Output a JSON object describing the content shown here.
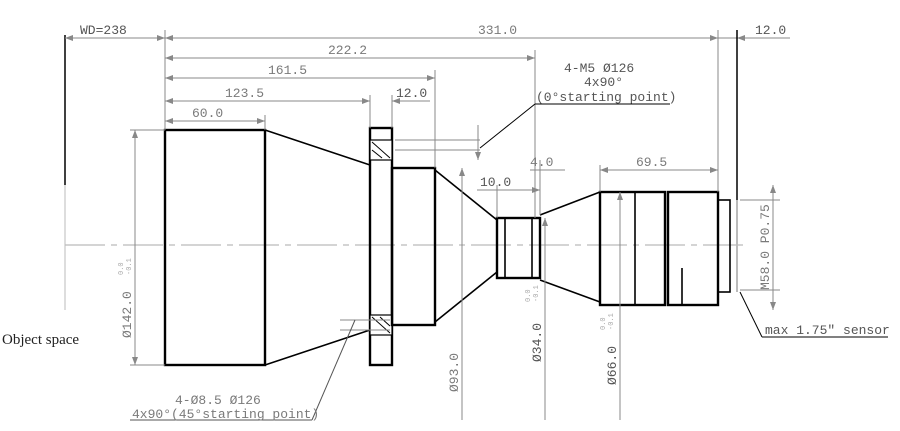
{
  "dimensions": {
    "wd": "WD=238",
    "total_length": "331.0",
    "back_focus": "12.0",
    "length_222": "222.2",
    "length_161": "161.5",
    "length_123": "123.5",
    "flange_thickness": "12.0",
    "front_barrel": "60.0",
    "small_barrel": "10.0",
    "gap_4": "4.0",
    "rear_length": "69.5",
    "dia_142": "Ø142.0",
    "dia_93": "Ø93.0",
    "dia_34": "Ø34.0",
    "dia_66": "Ø66.0",
    "mount_thread": "M58.0 P0.75",
    "tol_upper": "0.0",
    "tol_lower": "-0.1"
  },
  "notes": {
    "m5_line1": "4-M5 Ø126",
    "m5_line2": "4x90°",
    "m5_line3": "(0°starting point)",
    "hole_line1": "4-Ø8.5 Ø126",
    "hole_line2": "4x90°(45°starting point)",
    "object_space": "Object space",
    "sensor": "max 1.75″ sensor"
  }
}
